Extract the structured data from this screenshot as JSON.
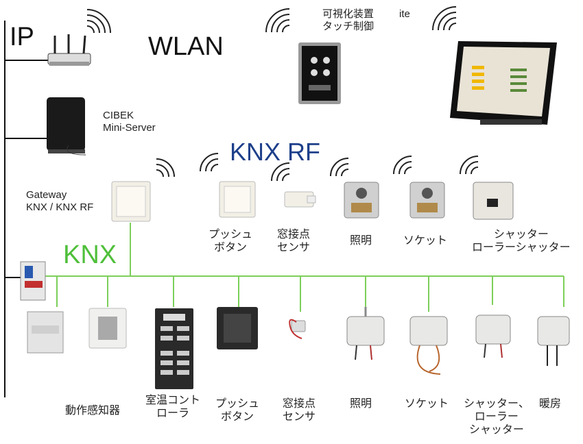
{
  "labels": {
    "ip": "IP",
    "wlan": "WLAN",
    "knx_rf": "KNX RF",
    "knx": "KNX",
    "visual_device": "可視化装置\nタッチ制御",
    "ite": "ite",
    "miniserver": "CIBEK\nMini-Server",
    "gateway": "Gateway\nKNX / KNX RF"
  },
  "rf_devices": [
    "プッシュ\nボタン",
    "窓接点\nセンサ",
    "照明",
    "ソケット",
    "シャッター\nローラーシャッター"
  ],
  "knx_devices": [
    "動作感知器",
    "室温コント\nローラ",
    "プッシュ\nボタン",
    "窓接点\nセンサ",
    "照明",
    "ソケット",
    "シャッター、\nローラー\nシャッター",
    "暖房"
  ],
  "colors": {
    "ip_line": "#111111",
    "knx_line": "#7ccf5a",
    "knx_text": "#4fbf3a",
    "rf_text": "#1d3f8a"
  }
}
